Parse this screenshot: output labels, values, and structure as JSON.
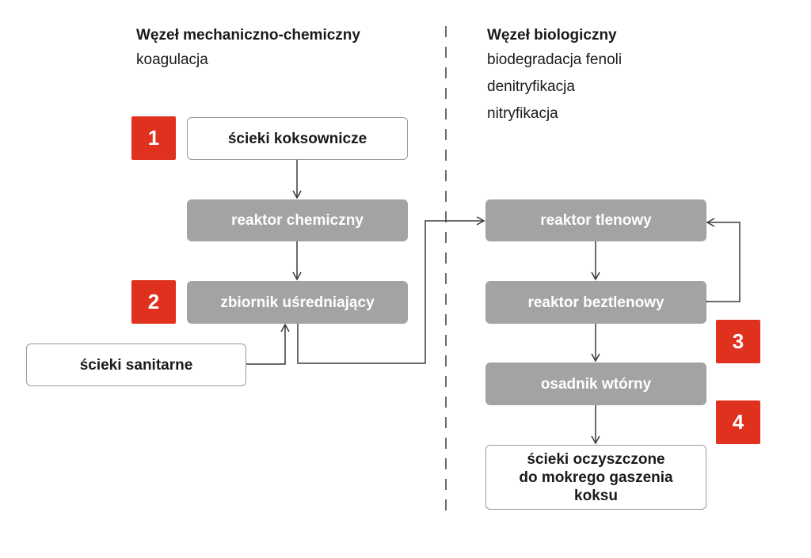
{
  "left_section": {
    "title": "Węzeł mechaniczno-chemiczny",
    "processes": [
      "koagulacja"
    ]
  },
  "right_section": {
    "title": "Węzeł biologiczny",
    "processes": [
      "biodegradacja fenoli",
      "denitryfikacja",
      "nitryfikacja"
    ]
  },
  "nodes": {
    "coke_wastewater": "ścieki koksownicze",
    "chemical_reactor": "reaktor chemiczny",
    "equalization_tank": "zbiornik uśredniający",
    "sanitary_wastewater": "ścieki sanitarne",
    "aerobic_reactor": "reaktor tlenowy",
    "anaerobic_reactor": "reaktor beztlenowy",
    "secondary_settler": "osadnik wtórny",
    "treated_wastewater": [
      "ścieki oczyszczone",
      "do mokrego gaszenia",
      "koksu"
    ]
  },
  "badges": [
    "1",
    "2",
    "3",
    "4"
  ],
  "colors": {
    "badge": "#e0301e",
    "gray_box": "#a3a3a3",
    "line": "#3a3a3a"
  }
}
